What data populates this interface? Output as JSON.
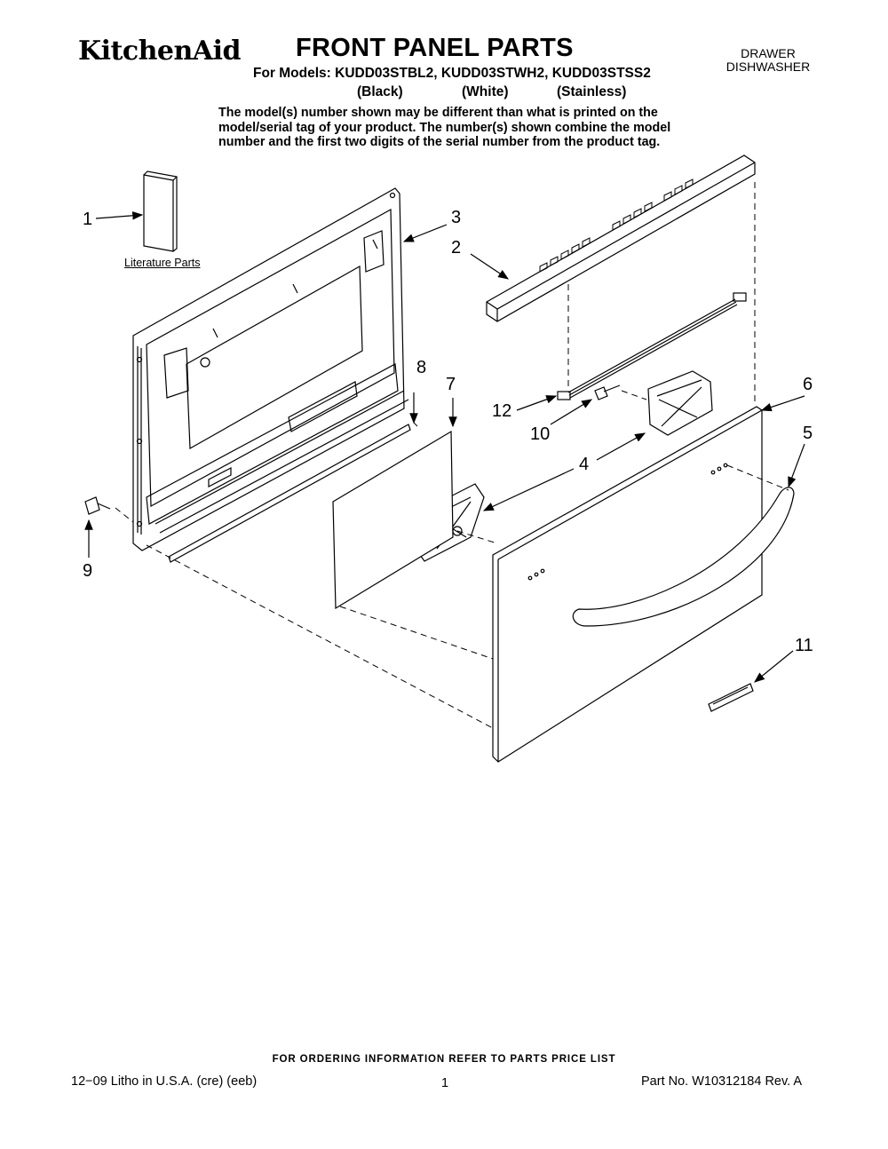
{
  "header": {
    "brand": "KitchenAid",
    "title": "FRONT PANEL PARTS",
    "category_line1": "DRAWER",
    "category_line2": "DISHWASHER",
    "models_line": "For Models: KUDD03STBL2, KUDD03STWH2, KUDD03STSS2",
    "colors": [
      "(Black)",
      "(White)",
      "(Stainless)"
    ],
    "note": "The model(s) number shown may be different than what is printed on the model/serial tag of your product. The number(s) shown combine the model number and the first two digits of the serial number from the product tag."
  },
  "diagram": {
    "literature_label": "Literature Parts",
    "callouts": [
      "1",
      "2",
      "3",
      "4",
      "5",
      "6",
      "7",
      "8",
      "9",
      "10",
      "11",
      "12"
    ]
  },
  "footer": {
    "ordering_note": "FOR ORDERING INFORMATION REFER TO PARTS PRICE LIST",
    "litho": "12−09 Litho in U.S.A. (cre) (eeb)",
    "page_number": "1",
    "part_number": "Part No. W10312184 Rev. A"
  }
}
